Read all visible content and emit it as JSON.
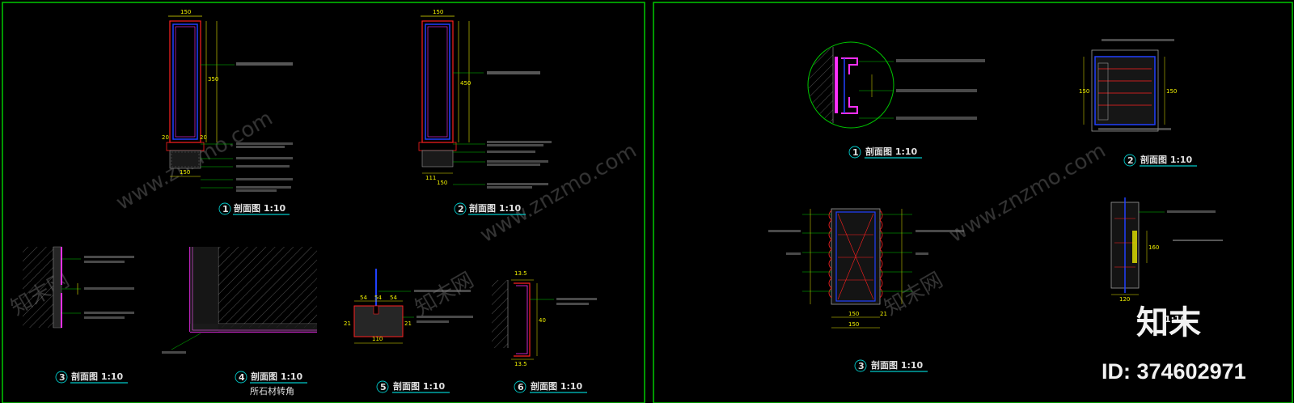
{
  "watermark": {
    "text": "www.znzmo.com",
    "cn_text": "知末网"
  },
  "branding": {
    "logo_text": "知末",
    "id_text": "ID: 374602971"
  },
  "colors": {
    "frame": "#00c800",
    "dimension": "#e6e600",
    "section_wall": "#ff2020",
    "glass": "#2040ff",
    "highlight": "#ff30ff",
    "label_underline": "#00c8c8"
  },
  "left_panel": {
    "details": [
      {
        "number": "1",
        "label": "剖面图 1:10"
      },
      {
        "number": "2",
        "label": "剖面图 1:10"
      },
      {
        "number": "3",
        "label": "剖面图 1:10"
      },
      {
        "number": "4",
        "label": "剖面图 1:10",
        "sublabel": "所石材转角"
      },
      {
        "number": "5",
        "label": "剖面图 1:10"
      },
      {
        "number": "6",
        "label": "剖面图 1:10"
      }
    ],
    "dims": {
      "d1_top": "150",
      "d1_height": "350",
      "d1_side": "20",
      "d1_base": "150",
      "d2_top": "150",
      "d2_height": "450",
      "d2_base": "150",
      "d2_side": "111",
      "d5_a": "54",
      "d5_b": "54",
      "d5_c": "54",
      "d5_w": "110",
      "d5_h": "21",
      "d6_a": "13.5",
      "d6_b": "13.5",
      "d6_h": "40"
    }
  },
  "right_panel": {
    "details": [
      {
        "number": "1",
        "label": "剖面图 1:10"
      },
      {
        "number": "2",
        "label": "剖面图 1:10"
      },
      {
        "number": "3",
        "label": "剖面图 1:10"
      },
      {
        "number": "",
        "label": "1:10"
      }
    ],
    "dims": {
      "r3_w1": "150",
      "r3_w2": "150",
      "r3_side": "21",
      "r4_w": "120",
      "r4_h": "160",
      "r2_h": "150"
    }
  }
}
